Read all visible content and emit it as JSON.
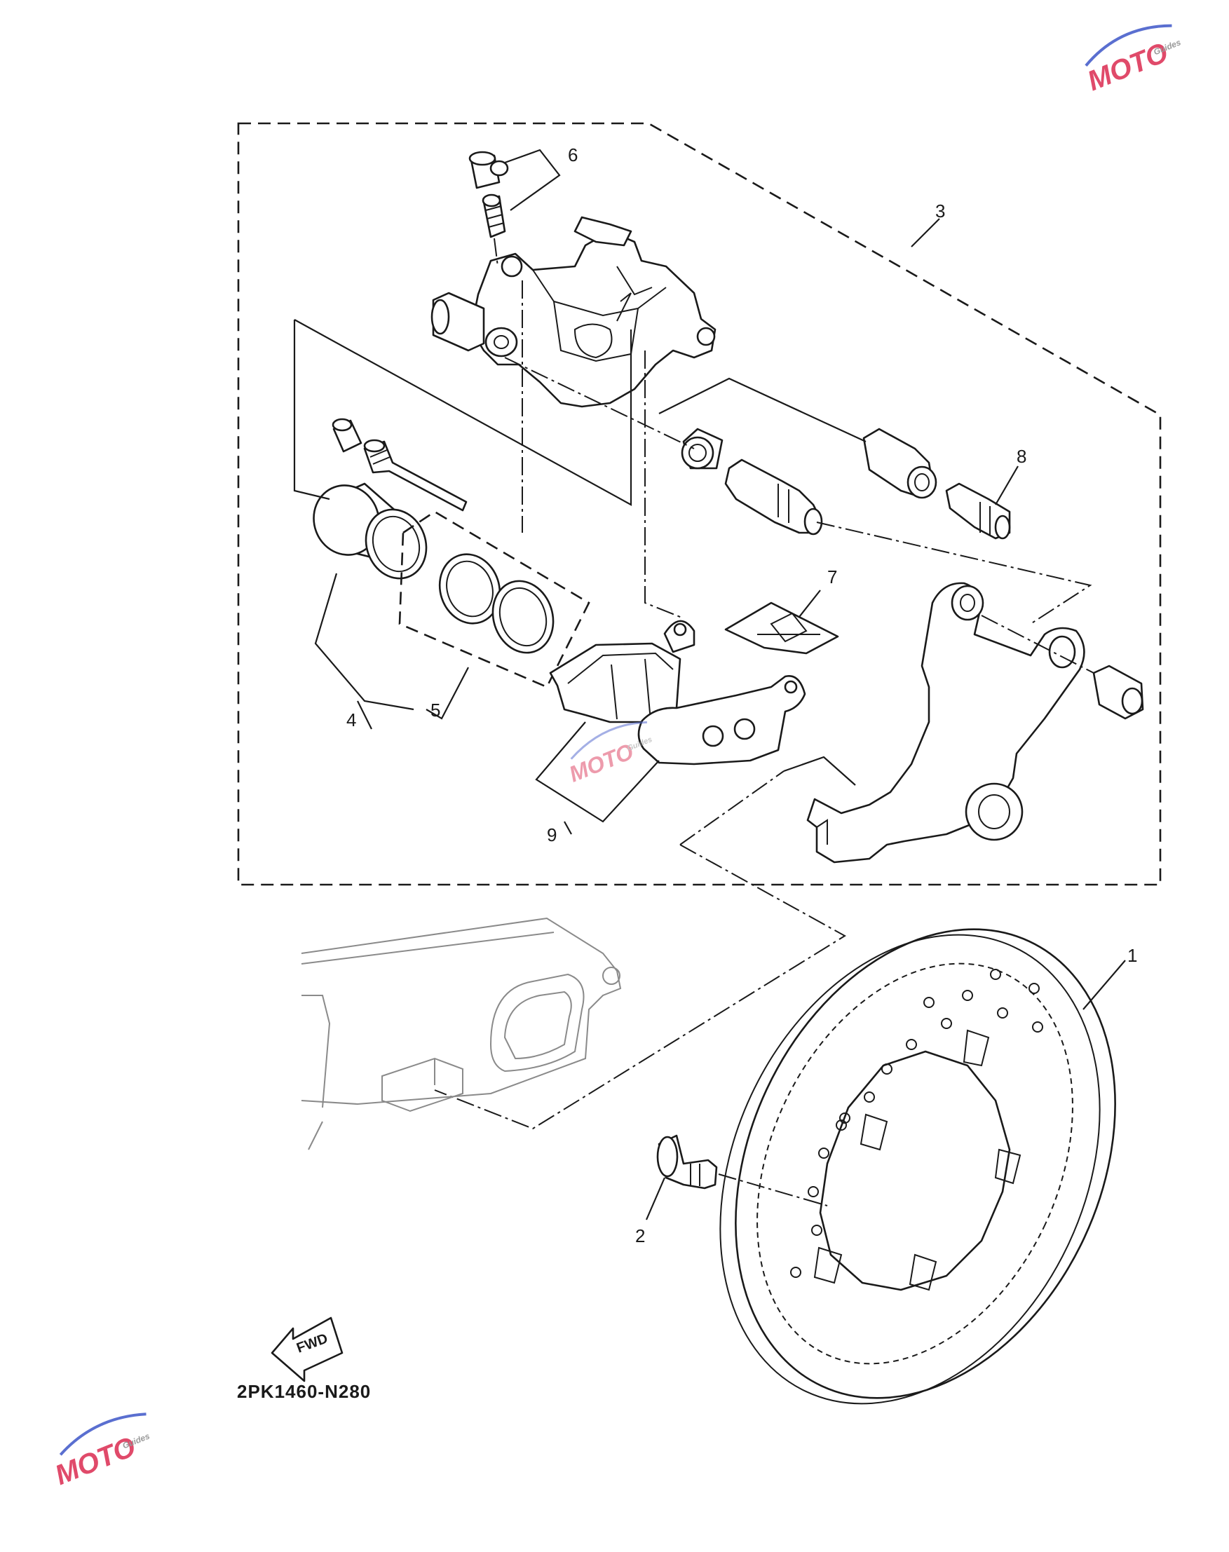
{
  "diagram": {
    "code": "2PK1460-N280",
    "fwd_label": "FWD",
    "callouts": [
      "1",
      "2",
      "3",
      "4",
      "5",
      "6",
      "7",
      "8",
      "9"
    ]
  },
  "watermark": {
    "text": "MOTO",
    "sub": "Guides",
    "colors": {
      "red": "#e04a6a",
      "blue": "#5a6fd0"
    }
  }
}
